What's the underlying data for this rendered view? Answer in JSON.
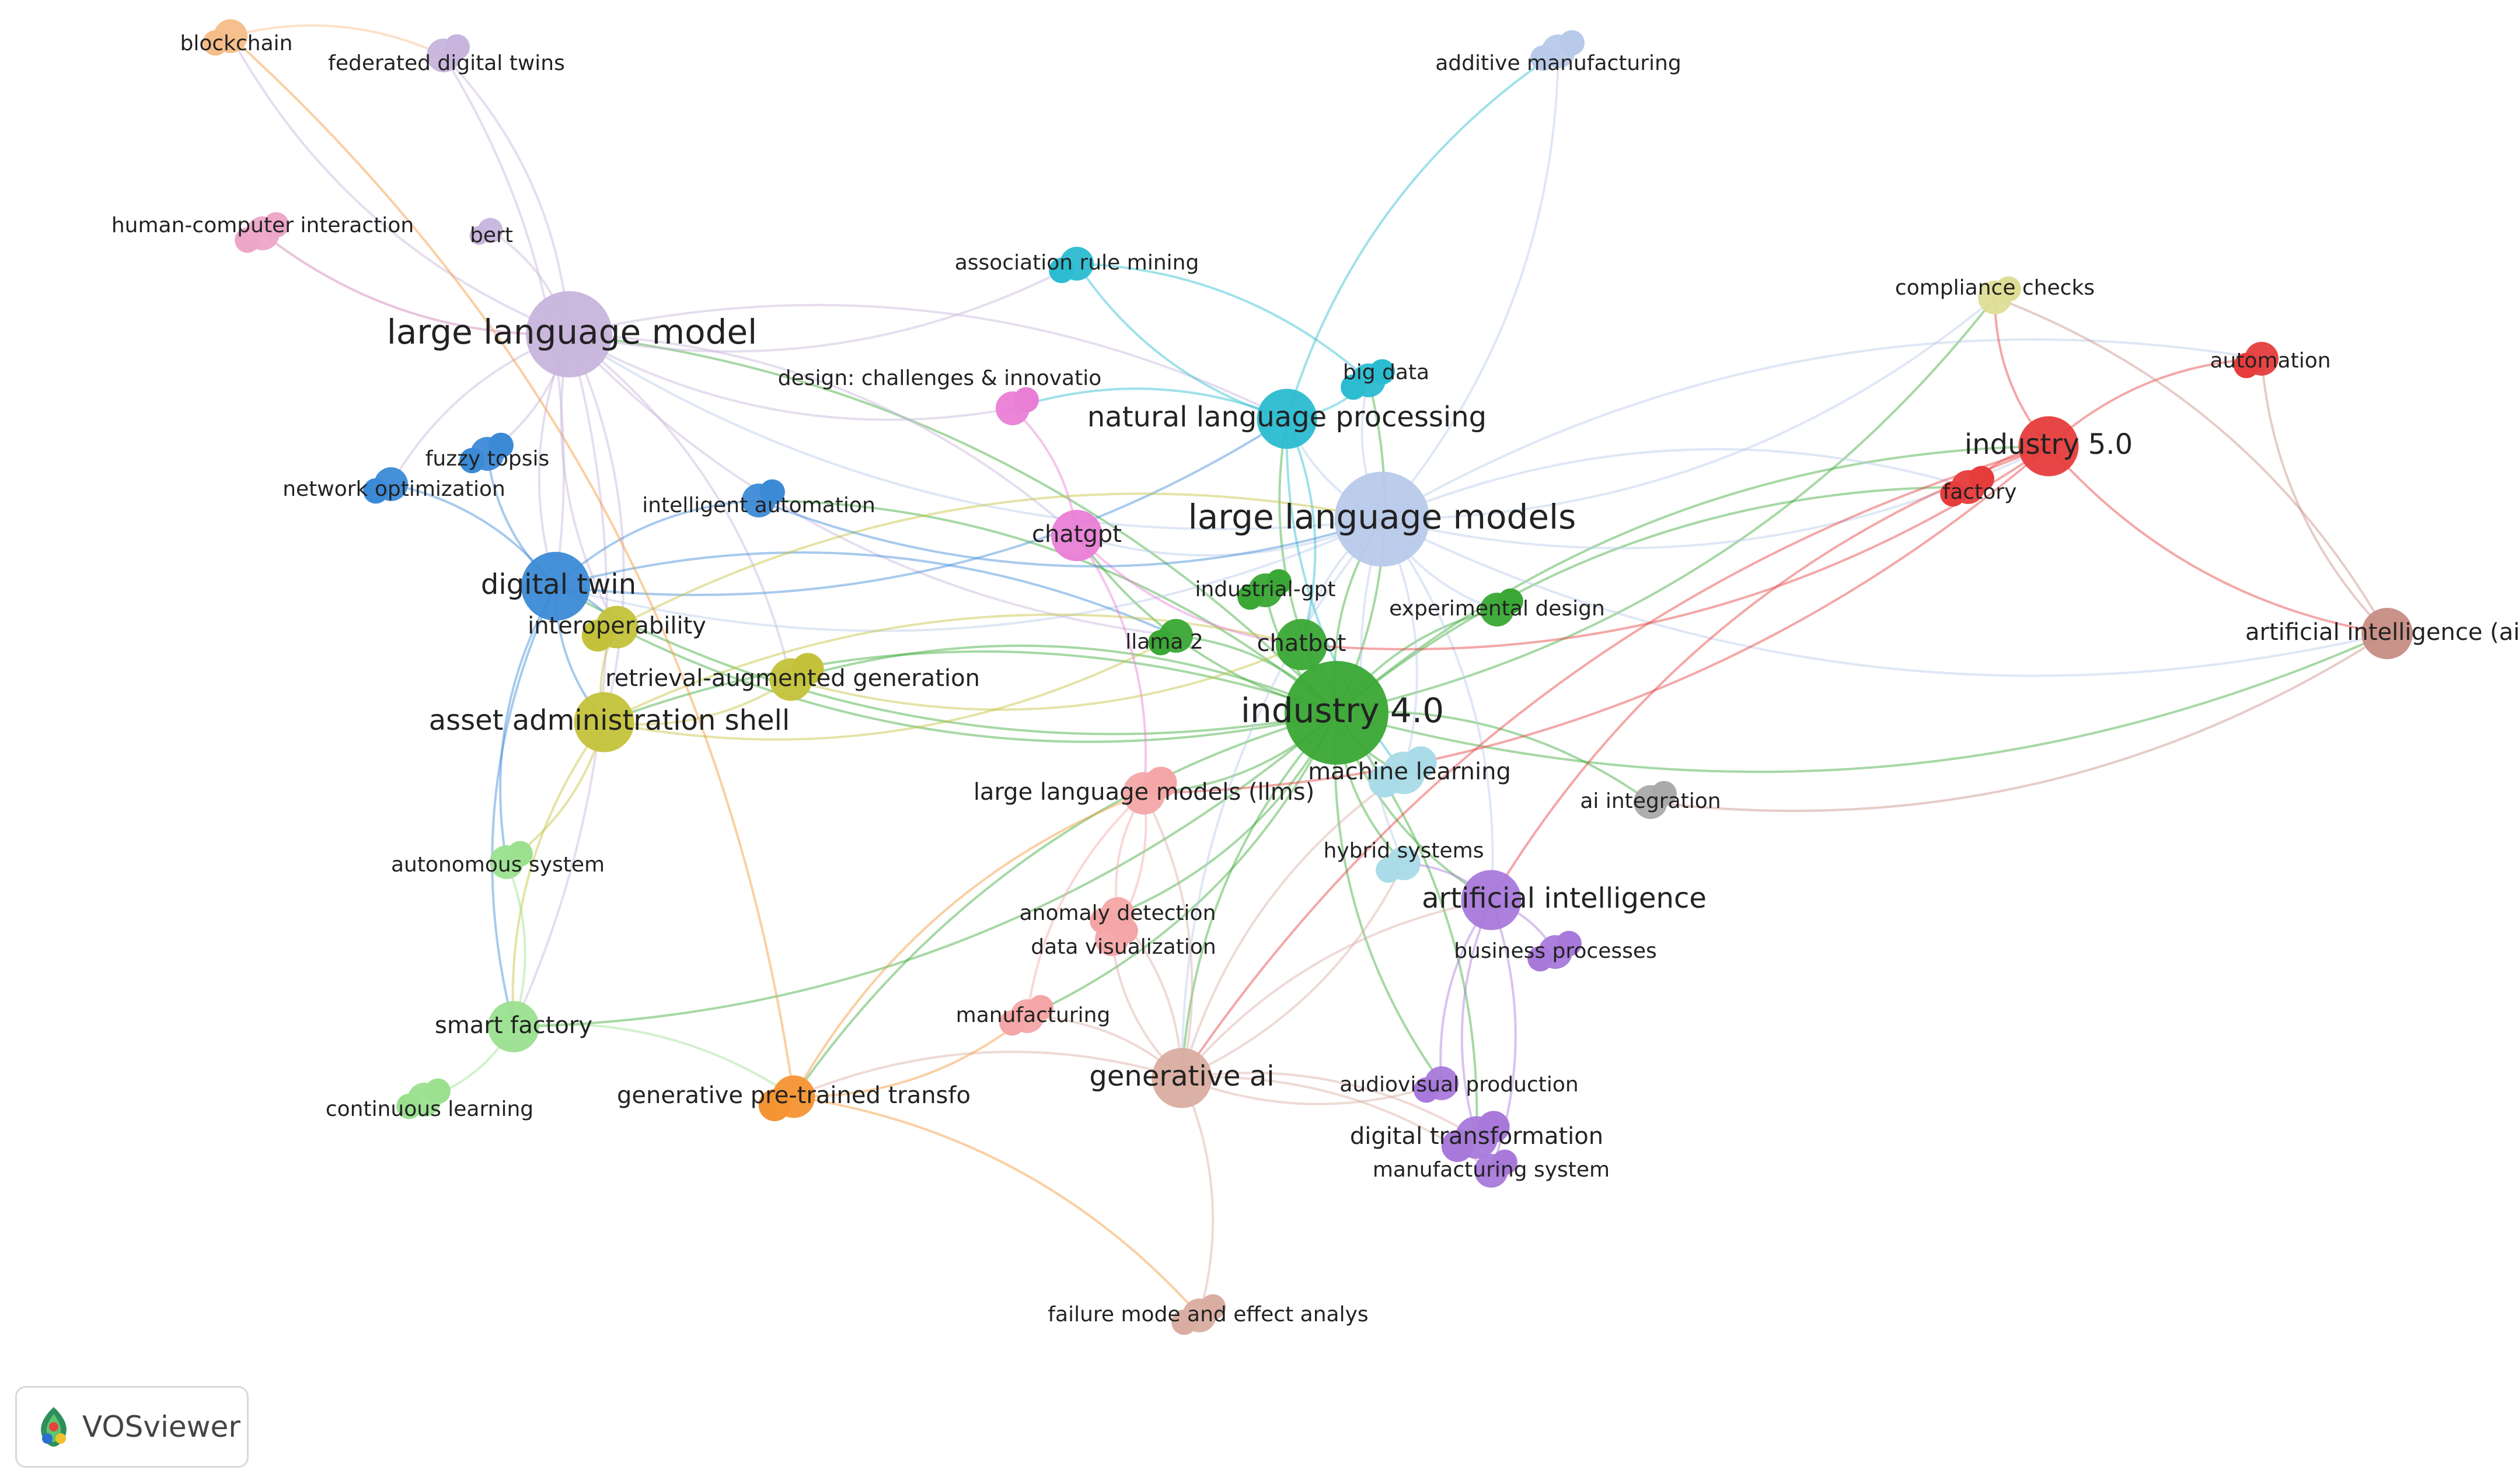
{
  "brand": "VOSviewer",
  "colors": {
    "red": "#e63c3c",
    "green": "#3aa835",
    "blue": "#3b8ad6",
    "lavender": "#c8b4dc",
    "lightblue": "#b8c9ea",
    "cyan": "#2bbcd1",
    "yellow": "#c4c23a",
    "purple": "#a879da",
    "pink": "#e97ed6",
    "salmon": "#f4a6a6",
    "orange": "#f59432",
    "lightgreen": "#9be08f",
    "brown": "#c78d84",
    "tan": "#d9ada1",
    "pale": "#dedd96",
    "sky": "#a9dbe8",
    "gray": "#aaaaaa",
    "peach": "#f6bd88",
    "rose": "#eda7c8"
  },
  "nodes": [
    {
      "id": "industry40",
      "label": "industry 4.0",
      "color": "green",
      "weight": 10
    },
    {
      "id": "llms",
      "label": "large language models",
      "color": "lightblue",
      "weight": 9
    },
    {
      "id": "llm",
      "label": "large language model",
      "color": "lavender",
      "weight": 8
    },
    {
      "id": "dt",
      "label": "digital twin",
      "color": "blue",
      "weight": 6
    },
    {
      "id": "ai",
      "label": "artificial intelligence",
      "color": "purple",
      "weight": 5
    },
    {
      "id": "ind50",
      "label": "industry 5.0",
      "color": "red",
      "weight": 5
    },
    {
      "id": "genai",
      "label": "generative ai",
      "color": "tan",
      "weight": 5
    },
    {
      "id": "nlp",
      "label": "natural language processing",
      "color": "cyan",
      "weight": 5
    },
    {
      "id": "aas",
      "label": "asset administration shell",
      "color": "yellow",
      "weight": 5
    },
    {
      "id": "sf",
      "label": "smart factory",
      "color": "lightgreen",
      "weight": 4
    },
    {
      "id": "chatbot",
      "label": "chatbot",
      "color": "green",
      "weight": 4
    },
    {
      "id": "chatgpt",
      "label": "chatgpt",
      "color": "pink",
      "weight": 4
    },
    {
      "id": "aiai",
      "label": "artificial intelligence (ai)",
      "color": "brown",
      "weight": 4
    },
    {
      "id": "dtr",
      "label": "digital transformation",
      "color": "purple",
      "weight": 3
    },
    {
      "id": "gpt",
      "label": "generative pre-trained transfo",
      "color": "orange",
      "weight": 3
    },
    {
      "id": "llmsl",
      "label": "large language models (llms)",
      "color": "salmon",
      "weight": 3
    },
    {
      "id": "ml",
      "label": "machine learning",
      "color": "sky",
      "weight": 3
    },
    {
      "id": "interop",
      "label": "interoperability",
      "color": "yellow",
      "weight": 3
    },
    {
      "id": "rag",
      "label": "retrieval-augmented generation",
      "color": "yellow",
      "weight": 3
    },
    {
      "id": "fuzzy",
      "label": "fuzzy topsis",
      "color": "blue",
      "weight": 2
    },
    {
      "id": "netopt",
      "label": "network optimization",
      "color": "blue",
      "weight": 2
    },
    {
      "id": "intauto",
      "label": "intelligent automation",
      "color": "blue",
      "weight": 2
    },
    {
      "id": "indgpt",
      "label": "industrial-gpt",
      "color": "green",
      "weight": 2
    },
    {
      "id": "llama",
      "label": "llama 2",
      "color": "green",
      "weight": 2
    },
    {
      "id": "expdes",
      "label": "experimental design",
      "color": "green",
      "weight": 2
    },
    {
      "id": "bigdata",
      "label": "big data",
      "color": "cyan",
      "weight": 2
    },
    {
      "id": "arm",
      "label": "association rule mining",
      "color": "cyan",
      "weight": 2
    },
    {
      "id": "design",
      "label": "design: challenges & innovatio",
      "color": "pink",
      "weight": 2
    },
    {
      "id": "factory",
      "label": "factory",
      "color": "red",
      "weight": 2
    },
    {
      "id": "automation",
      "label": "automation",
      "color": "red",
      "weight": 2
    },
    {
      "id": "compliance",
      "label": "compliance checks",
      "color": "pale",
      "weight": 2
    },
    {
      "id": "addman",
      "label": "additive manufacturing",
      "color": "lightblue",
      "weight": 2
    },
    {
      "id": "blockchain",
      "label": "blockchain",
      "color": "peach",
      "weight": 2
    },
    {
      "id": "fedtwin",
      "label": "federated digital twins",
      "color": "lavender",
      "weight": 2
    },
    {
      "id": "hci",
      "label": "human-computer interaction",
      "color": "rose",
      "weight": 2
    },
    {
      "id": "bert",
      "label": "bert",
      "color": "lavender",
      "weight": 1
    },
    {
      "id": "autosys",
      "label": "autonomous system",
      "color": "lightgreen",
      "weight": 2
    },
    {
      "id": "contlearn",
      "label": "continuous learning",
      "color": "lightgreen",
      "weight": 2
    },
    {
      "id": "anomaly",
      "label": "anomaly detection",
      "color": "salmon",
      "weight": 2
    },
    {
      "id": "dataviz",
      "label": "data visualization",
      "color": "salmon",
      "weight": 2
    },
    {
      "id": "manufacturing",
      "label": "manufacturing",
      "color": "salmon",
      "weight": 2
    },
    {
      "id": "hybrid",
      "label": "hybrid systems",
      "color": "sky",
      "weight": 2
    },
    {
      "id": "aiint",
      "label": "ai integration",
      "color": "gray",
      "weight": 2
    },
    {
      "id": "bizproc",
      "label": "business processes",
      "color": "purple",
      "weight": 2
    },
    {
      "id": "audiovis",
      "label": "audiovisual production",
      "color": "purple",
      "weight": 2
    },
    {
      "id": "mansys",
      "label": "manufacturing system",
      "color": "purple",
      "weight": 2
    },
    {
      "id": "fmea",
      "label": "failure mode and effect analys",
      "color": "tan",
      "weight": 2
    }
  ],
  "edges": [
    [
      "industry40",
      "llms"
    ],
    [
      "industry40",
      "llm"
    ],
    [
      "industry40",
      "dt"
    ],
    [
      "industry40",
      "ai"
    ],
    [
      "industry40",
      "ind50"
    ],
    [
      "industry40",
      "genai"
    ],
    [
      "industry40",
      "nlp"
    ],
    [
      "industry40",
      "aas"
    ],
    [
      "industry40",
      "sf"
    ],
    [
      "industry40",
      "chatbot"
    ],
    [
      "industry40",
      "chatgpt"
    ],
    [
      "industry40",
      "aiai"
    ],
    [
      "industry40",
      "dtr"
    ],
    [
      "industry40",
      "gpt"
    ],
    [
      "industry40",
      "llmsl"
    ],
    [
      "industry40",
      "ml"
    ],
    [
      "industry40",
      "interop"
    ],
    [
      "industry40",
      "rag"
    ],
    [
      "industry40",
      "indgpt"
    ],
    [
      "industry40",
      "llama"
    ],
    [
      "industry40",
      "expdes"
    ],
    [
      "industry40",
      "bigdata"
    ],
    [
      "industry40",
      "factory"
    ],
    [
      "industry40",
      "compliance"
    ],
    [
      "industry40",
      "aiint"
    ],
    [
      "industry40",
      "hybrid"
    ],
    [
      "industry40",
      "manufacturing"
    ],
    [
      "industry40",
      "intauto"
    ],
    [
      "industry40",
      "anomaly"
    ],
    [
      "industry40",
      "audiovis"
    ],
    [
      "llms",
      "nlp"
    ],
    [
      "llms",
      "ind50"
    ],
    [
      "llms",
      "ai"
    ],
    [
      "llms",
      "genai"
    ],
    [
      "llms",
      "llm"
    ],
    [
      "llms",
      "addman"
    ],
    [
      "llms",
      "bigdata"
    ],
    [
      "llms",
      "compliance"
    ],
    [
      "llms",
      "automation"
    ],
    [
      "llms",
      "chatbot"
    ],
    [
      "llms",
      "ml"
    ],
    [
      "llms",
      "expdes"
    ],
    [
      "llms",
      "dt"
    ],
    [
      "llms",
      "aiai"
    ],
    [
      "llms",
      "factory"
    ],
    [
      "llms",
      "hybrid"
    ],
    [
      "llms",
      "chatgpt"
    ],
    [
      "llm",
      "dt"
    ],
    [
      "llm",
      "blockchain"
    ],
    [
      "llm",
      "fedtwin"
    ],
    [
      "llm",
      "hci"
    ],
    [
      "llm",
      "bert"
    ],
    [
      "llm",
      "fuzzy"
    ],
    [
      "llm",
      "netopt"
    ],
    [
      "llm",
      "aas"
    ],
    [
      "llm",
      "interop"
    ],
    [
      "llm",
      "chatgpt"
    ],
    [
      "llm",
      "design"
    ],
    [
      "llm",
      "nlp"
    ],
    [
      "llm",
      "arm"
    ],
    [
      "llm",
      "rag"
    ],
    [
      "llm",
      "llama"
    ],
    [
      "llm",
      "sf"
    ],
    [
      "dt",
      "aas"
    ],
    [
      "dt",
      "fuzzy"
    ],
    [
      "dt",
      "netopt"
    ],
    [
      "dt",
      "intauto"
    ],
    [
      "dt",
      "sf"
    ],
    [
      "dt",
      "interop"
    ],
    [
      "dt",
      "autosys"
    ],
    [
      "dt",
      "llama"
    ],
    [
      "dt",
      "nlp"
    ],
    [
      "ind50",
      "automation"
    ],
    [
      "ind50",
      "factory"
    ],
    [
      "ind50",
      "compliance"
    ],
    [
      "ind50",
      "aiai"
    ],
    [
      "ind50",
      "llmsl"
    ],
    [
      "ind50",
      "ai"
    ],
    [
      "ind50",
      "chatbot"
    ],
    [
      "ind50",
      "genai"
    ],
    [
      "genai",
      "fmea"
    ],
    [
      "genai",
      "gpt"
    ],
    [
      "genai",
      "ai"
    ],
    [
      "genai",
      "audiovis"
    ],
    [
      "genai",
      "dtr"
    ],
    [
      "genai",
      "manufacturing"
    ],
    [
      "genai",
      "dataviz"
    ],
    [
      "genai",
      "anomaly"
    ],
    [
      "genai",
      "mansys"
    ],
    [
      "genai",
      "llmsl"
    ],
    [
      "genai",
      "ml"
    ],
    [
      "genai",
      "hybrid"
    ],
    [
      "nlp",
      "arm"
    ],
    [
      "nlp",
      "bigdata"
    ],
    [
      "nlp",
      "chatbot"
    ],
    [
      "nlp",
      "ml"
    ],
    [
      "nlp",
      "addman"
    ],
    [
      "nlp",
      "design"
    ],
    [
      "aas",
      "interop"
    ],
    [
      "aas",
      "rag"
    ],
    [
      "aas",
      "autosys"
    ],
    [
      "aas",
      "sf"
    ],
    [
      "aas",
      "chatbot"
    ],
    [
      "aas",
      "llama"
    ],
    [
      "sf",
      "contlearn"
    ],
    [
      "sf",
      "autosys"
    ],
    [
      "sf",
      "gpt"
    ],
    [
      "gpt",
      "manufacturing"
    ],
    [
      "gpt",
      "llmsl"
    ],
    [
      "gpt",
      "blockchain"
    ],
    [
      "gpt",
      "fmea"
    ],
    [
      "ai",
      "dtr"
    ],
    [
      "ai",
      "bizproc"
    ],
    [
      "ai",
      "audiovis"
    ],
    [
      "ai",
      "mansys"
    ],
    [
      "ai",
      "hybrid"
    ],
    [
      "aiai",
      "aiint"
    ],
    [
      "aiai",
      "compliance"
    ],
    [
      "aiai",
      "automation"
    ],
    [
      "chatgpt",
      "design"
    ],
    [
      "chatgpt",
      "llmsl"
    ],
    [
      "chatgpt",
      "chatbot"
    ],
    [
      "blockchain",
      "fedtwin"
    ],
    [
      "hci",
      "llm"
    ],
    [
      "fedtwin",
      "dt"
    ],
    [
      "llmsl",
      "anomaly"
    ],
    [
      "llmsl",
      "dataviz"
    ],
    [
      "llmsl",
      "manufacturing"
    ],
    [
      "arm",
      "bigdata"
    ],
    [
      "rag",
      "chatbot"
    ],
    [
      "interop",
      "llms"
    ],
    [
      "intauto",
      "llms"
    ]
  ]
}
